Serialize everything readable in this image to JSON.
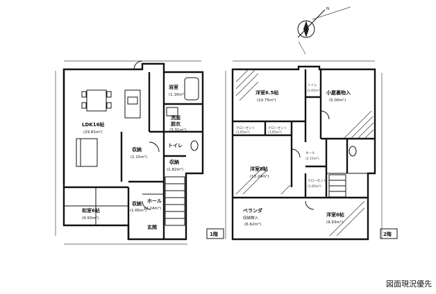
{
  "compass": {
    "label": "N"
  },
  "floor1": {
    "floor_label": "1階",
    "rooms": {
      "ldk": {
        "name": "LDK16帖",
        "area": "(29.81m²)"
      },
      "washroom": {
        "name": "洗面",
        "name2": "脱衣",
        "area": "(3.31m²)"
      },
      "bath": {
        "name": "浴室",
        "area": "(1.16m²)"
      },
      "wc": {
        "name": "トイレ"
      },
      "storage": {
        "name": "収納",
        "area": "(1.15m²)"
      },
      "closet": {
        "name": "収納",
        "area": "(1.82m²)"
      },
      "storage2": {
        "name": "収納",
        "area": "(1.65m²)"
      },
      "hall": {
        "name": "ホール",
        "area": "(4.24m²)"
      },
      "washitsu": {
        "name": "和室6帖",
        "area": "(9.93m²)"
      },
      "genkan": {
        "name": "玄関"
      }
    }
  },
  "floor2": {
    "floor_label": "2階",
    "rooms": {
      "western1": {
        "name": "洋室6.5帖",
        "area": "(10.75m²)"
      },
      "storage_room": {
        "name": "小屋裏物入",
        "area": "(5.00m²)"
      },
      "wc2": {
        "name": "トイレ",
        "area": "(1.45m²)"
      },
      "closet1": {
        "name": "クローゼット",
        "area": "(1.65m²)"
      },
      "closet2": {
        "name": "クローゼット",
        "area": "(1.65m²)"
      },
      "western2": {
        "name": "洋室8帖",
        "area": "(13.24m²)"
      },
      "hall2": {
        "name": "ホール",
        "area": "(2.15m²)"
      },
      "balcony": {
        "name": "ベランダ",
        "name2": "収納物入",
        "area": "(6.62m²)"
      },
      "western3": {
        "name": "洋室6帖",
        "area": "(9.93m²)"
      },
      "closet3": {
        "name": "クローゼット",
        "area": "(1.65m²)"
      }
    }
  },
  "caption": "図面現況優先"
}
